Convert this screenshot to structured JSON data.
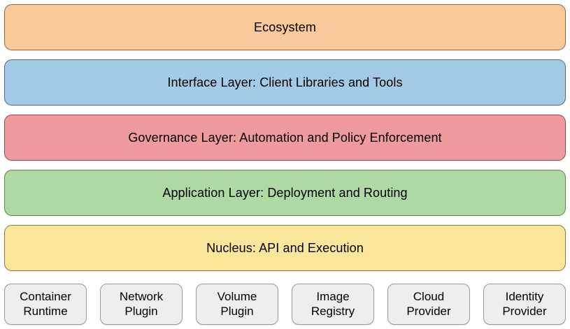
{
  "diagram": {
    "type": "layered-architecture-stack",
    "background_color": "#ffffff",
    "text_color": "#000000",
    "layers": [
      {
        "label": "Ecosystem",
        "fill_color": "#fac999",
        "border_color": "#8a6b4e",
        "name": "layer-ecosystem"
      },
      {
        "label": "Interface Layer: Client Libraries and Tools",
        "fill_color": "#a3cbe8",
        "border_color": "#4e6b8a",
        "name": "layer-interface"
      },
      {
        "label": "Governance Layer: Automation and Policy Enforcement",
        "fill_color": "#ef9a9f",
        "border_color": "#8a4e53",
        "name": "layer-governance"
      },
      {
        "label": "Application Layer: Deployment and Routing",
        "fill_color": "#aed8a4",
        "border_color": "#5c8a4e",
        "name": "layer-application"
      },
      {
        "label": "Nucleus: API and Execution",
        "fill_color": "#fce69a",
        "border_color": "#8a7c3e",
        "name": "layer-nucleus"
      }
    ],
    "components": {
      "fill_color": "#eeeeee",
      "border_color": "#9a9a9a",
      "items": [
        {
          "label": "Container\nRuntime",
          "name": "component-container-runtime"
        },
        {
          "label": "Network\nPlugin",
          "name": "component-network-plugin"
        },
        {
          "label": "Volume\nPlugin",
          "name": "component-volume-plugin"
        },
        {
          "label": "Image\nRegistry",
          "name": "component-image-registry"
        },
        {
          "label": "Cloud\nProvider",
          "name": "component-cloud-provider"
        },
        {
          "label": "Identity\nProvider",
          "name": "component-identity-provider"
        }
      ]
    }
  }
}
